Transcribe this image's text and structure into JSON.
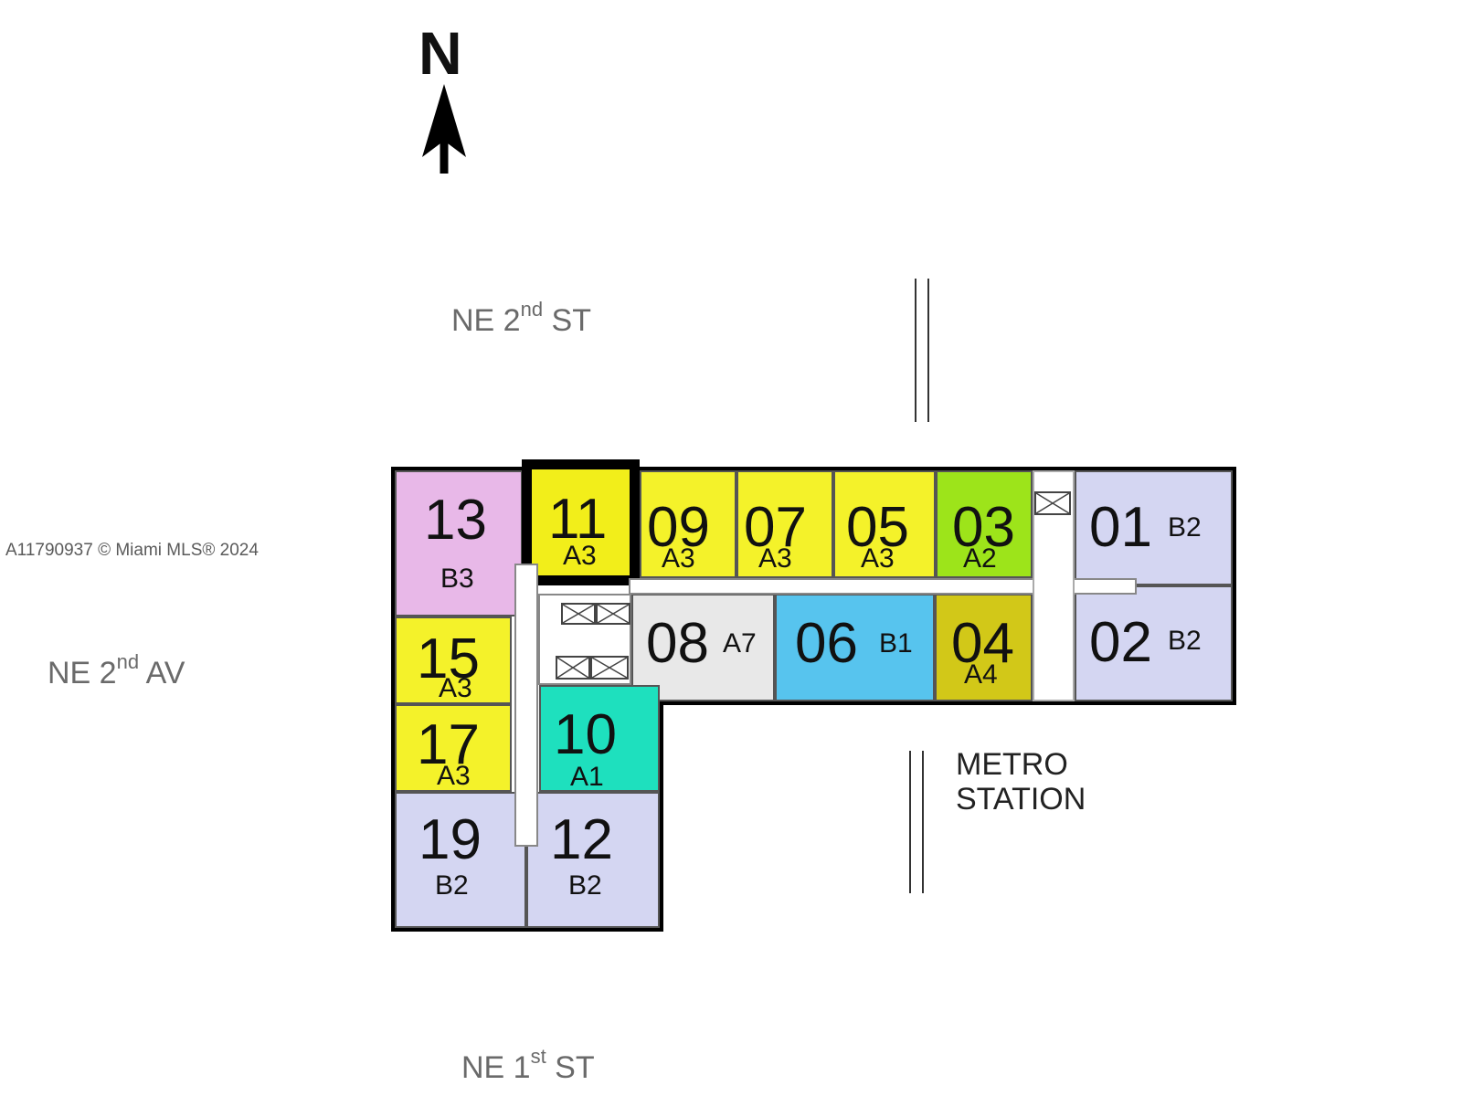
{
  "watermark": "A11790937 © Miami MLS® 2024",
  "compass": {
    "label": "N"
  },
  "streets": {
    "north": {
      "text": "NE 2",
      "sup": "nd",
      "suffix": " ST"
    },
    "west": {
      "text": "NE 2",
      "sup": "nd",
      "suffix": "  AV"
    },
    "south": {
      "text": "NE 1",
      "sup": "st",
      "suffix": "  ST"
    }
  },
  "metro": {
    "line1": "METRO",
    "line2": "STATION"
  },
  "units": [
    {
      "num": "13",
      "type": "B3",
      "color": "#e8b8e8"
    },
    {
      "num": "11",
      "type": "A3",
      "color": "#f2ee1a",
      "selected": true
    },
    {
      "num": "09",
      "type": "A3",
      "color": "#f4f22a"
    },
    {
      "num": "07",
      "type": "A3",
      "color": "#f4f22a"
    },
    {
      "num": "05",
      "type": "A3",
      "color": "#f4f22a"
    },
    {
      "num": "03",
      "type": "A2",
      "color": "#9de41a"
    },
    {
      "num": "01",
      "type": "B2",
      "color": "#d4d6f2"
    },
    {
      "num": "15",
      "type": "A3",
      "color": "#f4f22a"
    },
    {
      "num": "08",
      "type": "A7",
      "color": "#e8e8e8"
    },
    {
      "num": "06",
      "type": "B1",
      "color": "#57c4ee"
    },
    {
      "num": "04",
      "type": "A4",
      "color": "#d2c818"
    },
    {
      "num": "02",
      "type": "B2",
      "color": "#d4d6f2"
    },
    {
      "num": "17",
      "type": "A3",
      "color": "#f4f22a"
    },
    {
      "num": "10",
      "type": "A1",
      "color": "#1ee0be"
    },
    {
      "num": "19",
      "type": "B2",
      "color": "#d4d6f2"
    },
    {
      "num": "12",
      "type": "B2",
      "color": "#d4d6f2"
    }
  ]
}
